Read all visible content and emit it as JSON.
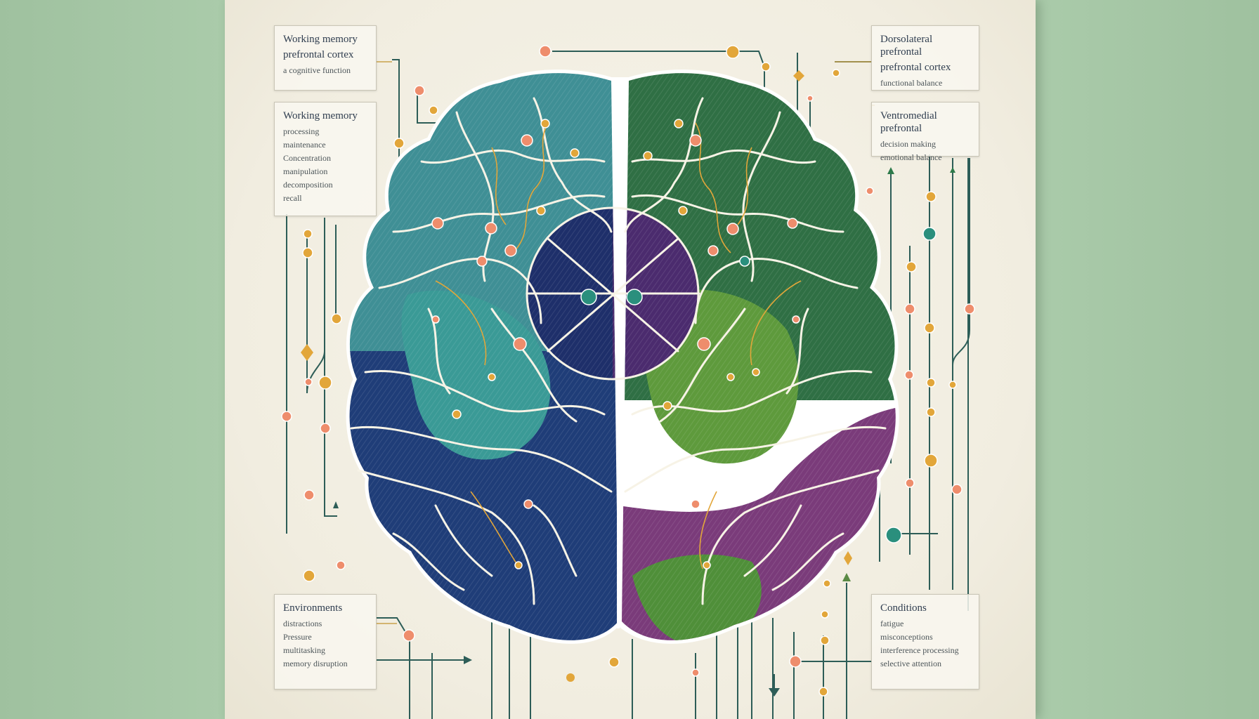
{
  "labels": {
    "top_left": {
      "title": "Working memory",
      "subtitle": "prefrontal cortex",
      "lines": [
        "a cognitive function"
      ]
    },
    "mid_left": {
      "title": "Working memory",
      "subtitle": "",
      "lines": [
        "processing",
        "maintenance",
        "Concentration",
        "manipulation",
        "decomposition",
        "recall"
      ]
    },
    "top_right": {
      "title": "Dorsolateral prefrontal",
      "subtitle": "prefrontal cortex",
      "lines": [
        "functional balance"
      ]
    },
    "mid_right": {
      "title": "Ventromedial prefrontal",
      "subtitle": "",
      "lines": [
        "decision making",
        "emotional balance"
      ]
    },
    "bottom_left": {
      "title": "Environments",
      "subtitle": "",
      "lines": [
        "distractions",
        "Pressure",
        "multitasking",
        "memory disruption"
      ]
    },
    "bottom_right": {
      "title": "Conditions",
      "subtitle": "",
      "lines": [
        "fatigue",
        "misconceptions",
        "interference processing",
        "selective attention"
      ]
    }
  },
  "colors": {
    "left_hemisphere_upper": "#3f8f95",
    "left_hemisphere_lower": "#1f3d78",
    "right_hemisphere_upper": "#2f6f44",
    "right_hemisphere_mid": "#5e9a3c",
    "right_hemisphere_lower": "#7a3b7a",
    "center_left": "#1e2f6a",
    "center_right": "#4b2b6e",
    "node_coral": "#ee8d6c",
    "node_gold": "#e2a63a",
    "node_teal": "#2a8f7d",
    "line_teal": "#2d5d57",
    "background": "#aacbaa",
    "poster": "#f3efe3"
  }
}
